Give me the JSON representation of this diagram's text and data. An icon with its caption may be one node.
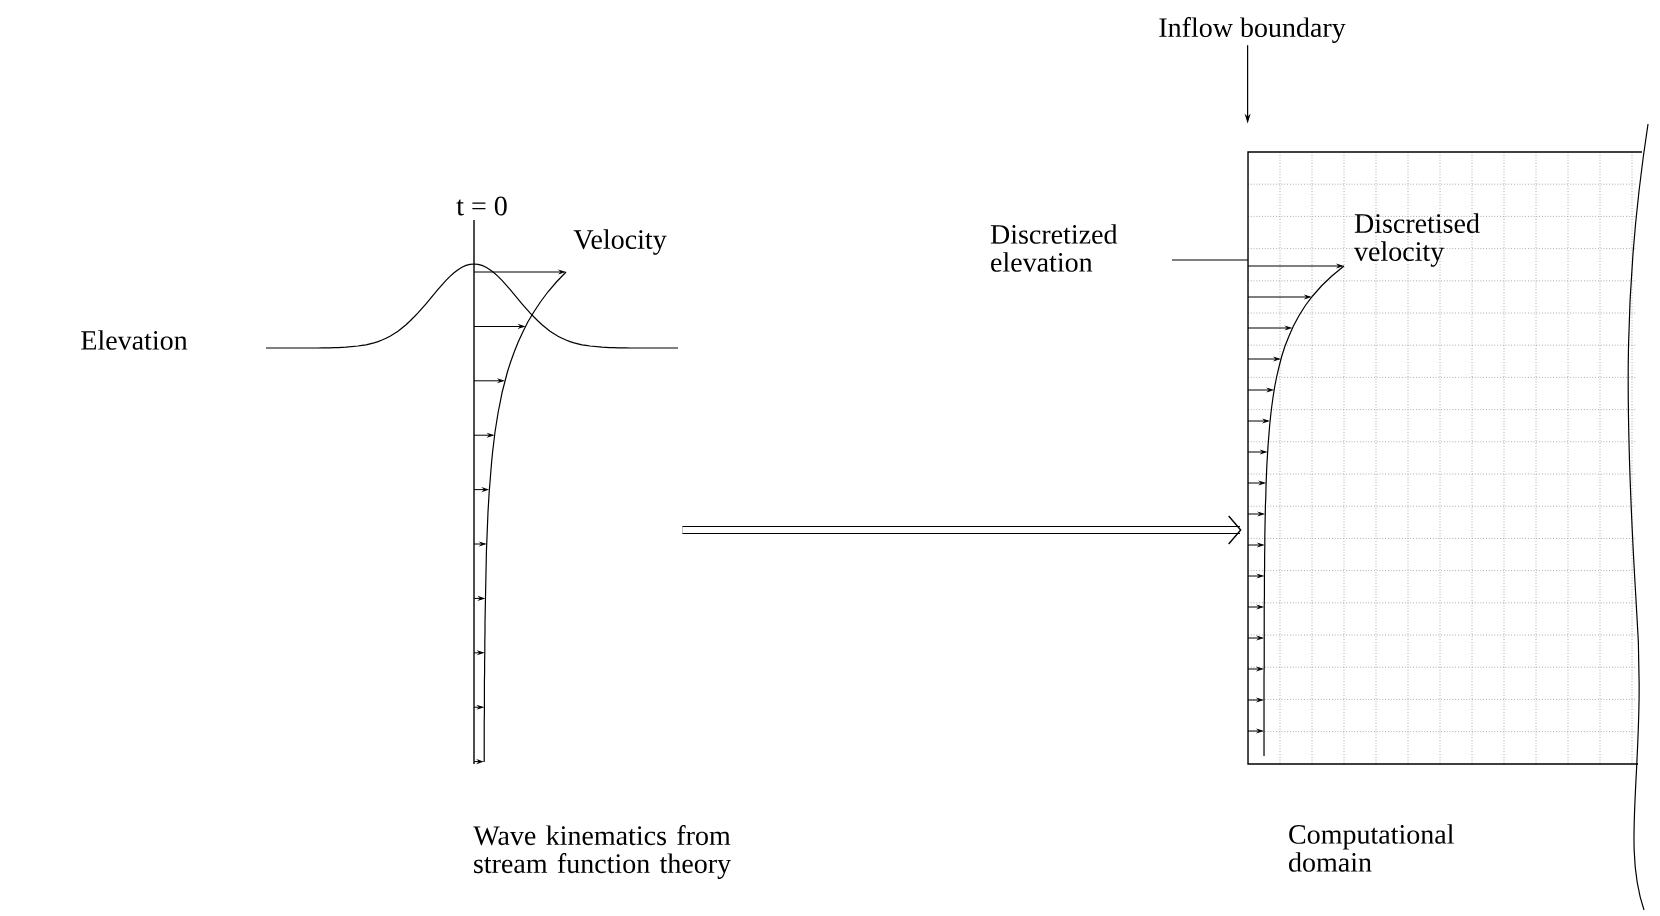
{
  "diagram": {
    "nodes": [
      {
        "text": [],
        "shape": "picture",
        "beside": [
          "Wave kinematics from stream function theory"
        ]
      },
      {
        "text": [
          "Computational domain"
        ]
      },
      {
        "text": [
          "Inflow boundary"
        ]
      }
    ],
    "edges": [
      {
        "from": 0,
        "to": 1,
        "arrow": "to",
        "style": "thick"
      },
      {
        "from": 2,
        "to": 1,
        "arrow": "to"
      }
    ],
    "labels": [
      "t = 0",
      "Velocity",
      "Elevation",
      "Discretized elevation",
      "Discretised velocity"
    ]
  }
}
